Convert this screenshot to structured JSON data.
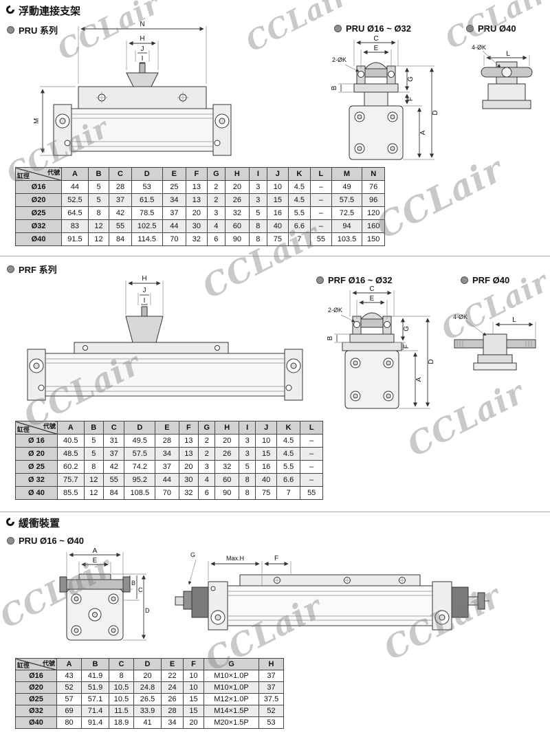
{
  "watermark": {
    "text": "CCLair"
  },
  "sections": {
    "floating": {
      "title": "浮動連接支架",
      "pru_series": "PRU 系列",
      "pru_range": "PRU Ø16 ~ Ø32",
      "pru_40": "PRU Ø40",
      "prf_series": "PRF 系列",
      "prf_range": "PRF Ø16 ~ Ø32",
      "prf_40": "PRF Ø40"
    },
    "buffer": {
      "title": "緩衝裝置",
      "range": "PRU Ø16 ~ Ø40"
    }
  },
  "table_corner": {
    "top": "代號",
    "bottom": "缸徑"
  },
  "pru_table": {
    "headers": [
      "A",
      "B",
      "C",
      "D",
      "E",
      "F",
      "G",
      "H",
      "I",
      "J",
      "K",
      "L",
      "M",
      "N"
    ],
    "rows": [
      {
        "label": "Ø16",
        "values": [
          "44",
          "5",
          "28",
          "53",
          "25",
          "13",
          "2",
          "20",
          "3",
          "10",
          "4.5",
          "–",
          "49",
          "76"
        ]
      },
      {
        "label": "Ø20",
        "values": [
          "52.5",
          "5",
          "37",
          "61.5",
          "34",
          "13",
          "2",
          "26",
          "3",
          "15",
          "4.5",
          "–",
          "57.5",
          "96"
        ]
      },
      {
        "label": "Ø25",
        "values": [
          "64.5",
          "8",
          "42",
          "78.5",
          "37",
          "20",
          "3",
          "32",
          "5",
          "16",
          "5.5",
          "–",
          "72.5",
          "120"
        ]
      },
      {
        "label": "Ø32",
        "values": [
          "83",
          "12",
          "55",
          "102.5",
          "44",
          "30",
          "4",
          "60",
          "8",
          "40",
          "6.6",
          "–",
          "94",
          "160"
        ]
      },
      {
        "label": "Ø40",
        "values": [
          "91.5",
          "12",
          "84",
          "114.5",
          "70",
          "32",
          "6",
          "90",
          "8",
          "75",
          "7",
          "55",
          "103.5",
          "150"
        ]
      }
    ]
  },
  "prf_table": {
    "headers": [
      "A",
      "B",
      "C",
      "D",
      "E",
      "F",
      "G",
      "H",
      "I",
      "J",
      "K",
      "L"
    ],
    "rows": [
      {
        "label": "Ø 16",
        "values": [
          "40.5",
          "5",
          "31",
          "49.5",
          "28",
          "13",
          "2",
          "20",
          "3",
          "10",
          "4.5",
          "–"
        ]
      },
      {
        "label": "Ø 20",
        "values": [
          "48.5",
          "5",
          "37",
          "57.5",
          "34",
          "13",
          "2",
          "26",
          "3",
          "15",
          "4.5",
          "–"
        ]
      },
      {
        "label": "Ø 25",
        "values": [
          "60.2",
          "8",
          "42",
          "74.2",
          "37",
          "20",
          "3",
          "32",
          "5",
          "16",
          "5.5",
          "–"
        ]
      },
      {
        "label": "Ø 32",
        "values": [
          "75.7",
          "12",
          "55",
          "95.2",
          "44",
          "30",
          "4",
          "60",
          "8",
          "40",
          "6.6",
          "–"
        ]
      },
      {
        "label": "Ø 40",
        "values": [
          "85.5",
          "12",
          "84",
          "108.5",
          "70",
          "32",
          "6",
          "90",
          "8",
          "75",
          "7",
          "55"
        ]
      }
    ]
  },
  "buffer_table": {
    "headers": [
      "A",
      "B",
      "C",
      "D",
      "E",
      "F",
      "G",
      "H"
    ],
    "rows": [
      {
        "label": "Ø16",
        "values": [
          "43",
          "41.9",
          "8",
          "20",
          "22",
          "10",
          "M10×1.0P",
          "37"
        ]
      },
      {
        "label": "Ø20",
        "values": [
          "52",
          "51.9",
          "10.5",
          "24.8",
          "24",
          "10",
          "M10×1.0P",
          "37"
        ]
      },
      {
        "label": "Ø25",
        "values": [
          "57",
          "57.1",
          "10.5",
          "26.5",
          "26",
          "15",
          "M12×1.0P",
          "37.5"
        ]
      },
      {
        "label": "Ø32",
        "values": [
          "69",
          "71.4",
          "11.5",
          "33.9",
          "28",
          "15",
          "M14×1.5P",
          "52"
        ]
      },
      {
        "label": "Ø40",
        "values": [
          "80",
          "91.4",
          "18.9",
          "41",
          "34",
          "20",
          "M20×1.5P",
          "53"
        ]
      }
    ]
  },
  "drawings": {
    "pru_front": {
      "dims": {
        "n": "N",
        "h": "H",
        "j": "J",
        "i": "I",
        "m": "M"
      }
    },
    "pru_side": {
      "dims": {
        "k2": "2-ØK",
        "c": "C",
        "e": "E",
        "g": "G",
        "f": "F",
        "b": "B",
        "a": "A",
        "d": "D"
      }
    },
    "pru_40": {
      "dims": {
        "k4": "4-ØK",
        "l": "L"
      }
    },
    "prf_front": {
      "dims": {
        "h": "H",
        "j": "J",
        "i": "I"
      }
    },
    "prf_side": {
      "dims": {
        "k2": "2-ØK",
        "c": "C",
        "e": "E",
        "g": "G",
        "f": "F",
        "b": "B",
        "a": "A",
        "d": "D"
      }
    },
    "prf_40": {
      "dims": {
        "k4": "4-ØK",
        "l": "L"
      }
    },
    "buffer_left": {
      "dims": {
        "a": "A",
        "e": "E",
        "b": "B",
        "c": "C",
        "d": "D"
      }
    },
    "buffer_right": {
      "dims": {
        "g": "G",
        "maxh": "Max.H",
        "f": "F"
      }
    }
  }
}
